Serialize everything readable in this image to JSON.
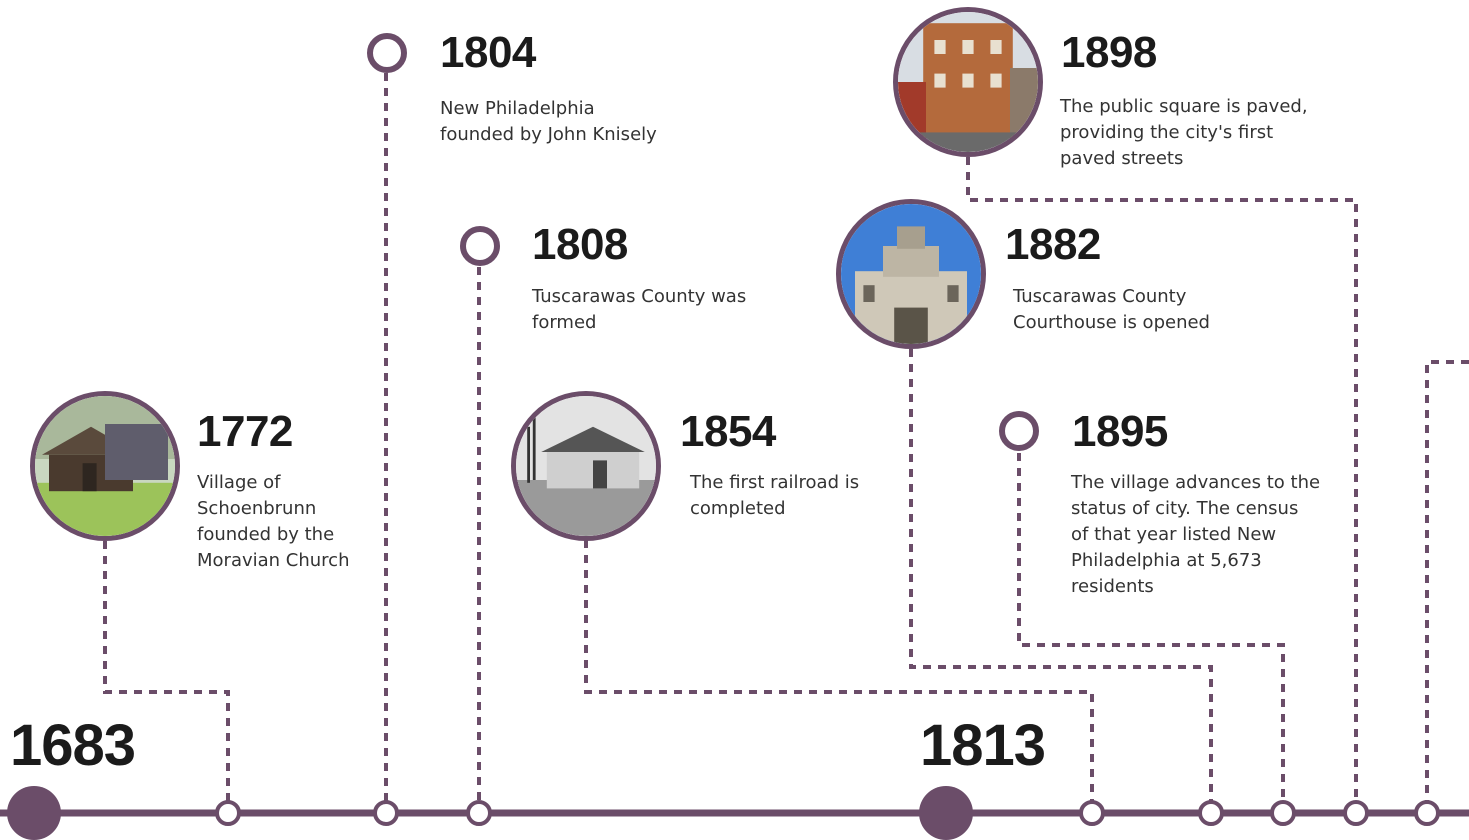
{
  "colors": {
    "accent": "#6b4d69",
    "text": "#1b1b1b",
    "background": "#ffffff"
  },
  "timeline": {
    "start_year": "1683",
    "mid_year": "1813"
  },
  "events": [
    {
      "id": "e1772",
      "year": "1772",
      "description": "Village of\nSchoenbrunn\nfounded by the\nMoravian Church",
      "image": "log-cabin-photo"
    },
    {
      "id": "e1804",
      "year": "1804",
      "description": "New Philadelphia\nfounded by John Knisely",
      "image": ""
    },
    {
      "id": "e1808",
      "year": "1808",
      "description": "Tuscarawas County was\nformed",
      "image": ""
    },
    {
      "id": "e1854",
      "year": "1854",
      "description": "The first railroad is\ncompleted",
      "image": "railroad-depot-photo"
    },
    {
      "id": "e1882",
      "year": "1882",
      "description": "Tuscarawas County\nCourthouse is opened",
      "image": "courthouse-photo"
    },
    {
      "id": "e1895",
      "year": "1895",
      "description": "The village advances to the\nstatus of city. The census\nof that year listed New\nPhiladelphia at 5,673\nresidents",
      "image": ""
    },
    {
      "id": "e1898",
      "year": "1898",
      "description": "The public square is paved,\nproviding the city's first\npaved streets",
      "image": "public-square-building-photo"
    }
  ]
}
